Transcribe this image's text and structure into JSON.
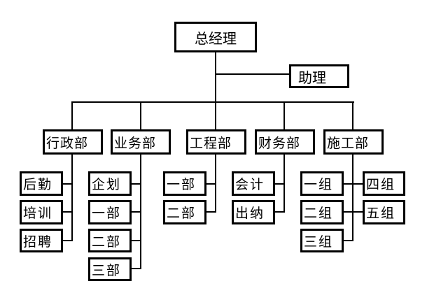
{
  "chart": {
    "root": "总经理",
    "assistant": "助理",
    "departments": [
      {
        "name": "行政部",
        "children": [
          "后勤",
          "培训",
          "招聘"
        ]
      },
      {
        "name": "业务部",
        "children": [
          "企划",
          "一部",
          "二部",
          "三部"
        ]
      },
      {
        "name": "工程部",
        "children": [
          "一部",
          "二部"
        ]
      },
      {
        "name": "财务部",
        "children": [
          "会计",
          "出纳"
        ]
      },
      {
        "name": "施工部",
        "children": [
          "一组",
          "二组",
          "三组",
          "四组",
          "五组"
        ]
      }
    ]
  }
}
